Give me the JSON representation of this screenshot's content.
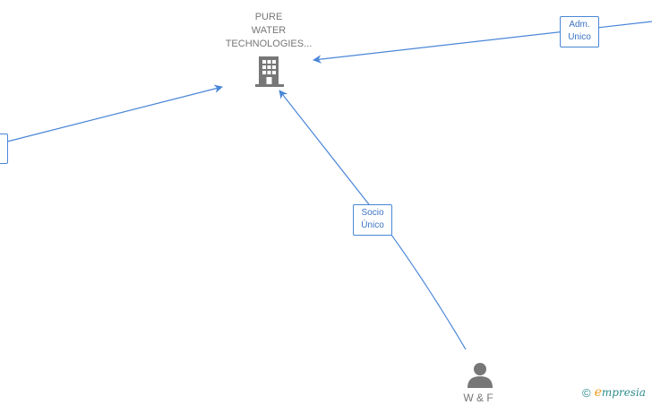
{
  "nodes": {
    "company": {
      "line1": "PURE",
      "line2": "WATER",
      "line3": "TECHNOLOGIES..."
    },
    "person": {
      "label": "W & F"
    }
  },
  "edges": {
    "adm_unico": {
      "line1": "Adm.",
      "line2": "Unico"
    },
    "socio_unico": {
      "line1": "Socio",
      "line2": "Único"
    }
  },
  "footer": {
    "copyright": "©",
    "brand_initial": "e",
    "brand_rest": "mpresia"
  },
  "colors": {
    "edge": "#4a86d8",
    "node_icon": "#777777",
    "brand_orange": "#f39a1e",
    "brand_teal": "#2e8b8b"
  }
}
